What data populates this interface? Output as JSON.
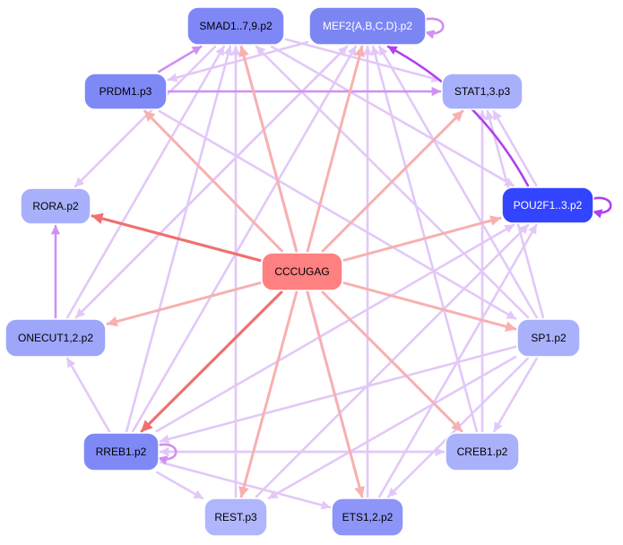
{
  "colors": {
    "center_node": "#ff8080",
    "center_edge_strong": "#f07070",
    "center_edge_light": "#f8b0b0",
    "node_edge": "#e2c8f8",
    "node_edge_strong": "#b040f0",
    "node_edge_medium": "#d090f0",
    "node_stroke": "#ffffff"
  },
  "nodes": [
    {
      "id": "center",
      "label": "CCCUGAG",
      "fill": "#ff8080",
      "text": "#000000"
    },
    {
      "id": "smad",
      "label": "SMAD1..7,9.p2",
      "fill": "#7f87f6",
      "text": "#000000"
    },
    {
      "id": "mef2",
      "label": "MEF2{A,B,C,D}.p2",
      "fill": "#7c86f3",
      "text": "#ffffff"
    },
    {
      "id": "prdm1",
      "label": "PRDM1.p3",
      "fill": "#7f89f6",
      "text": "#000000"
    },
    {
      "id": "stat",
      "label": "STAT1,3.p3",
      "fill": "#a9b0fb",
      "text": "#000000"
    },
    {
      "id": "rora",
      "label": "RORA.p2",
      "fill": "#a9b0fb",
      "text": "#000000"
    },
    {
      "id": "pou2f1",
      "label": "POU2F1..3.p2",
      "fill": "#3344ff",
      "text": "#ffffff"
    },
    {
      "id": "onecut",
      "label": "ONECUT1,2.p2",
      "fill": "#9ea6fa",
      "text": "#000000"
    },
    {
      "id": "sp1",
      "label": "SP1.p2",
      "fill": "#aab1fb",
      "text": "#000000"
    },
    {
      "id": "rreb1",
      "label": "RREB1.p2",
      "fill": "#7f89f6",
      "text": "#000000"
    },
    {
      "id": "creb1",
      "label": "CREB1.p2",
      "fill": "#aab1fb",
      "text": "#000000"
    },
    {
      "id": "rest",
      "label": "REST.p3",
      "fill": "#b0b6fb",
      "text": "#000000"
    },
    {
      "id": "ets",
      "label": "ETS1,2.p2",
      "fill": "#8d95f8",
      "text": "#000000"
    }
  ],
  "edges": [
    {
      "from": "center",
      "to": "rora",
      "style": "center_edge_strong"
    },
    {
      "from": "center",
      "to": "rreb1",
      "style": "center_edge_strong"
    },
    {
      "from": "center",
      "to": "smad",
      "style": "center_edge_light"
    },
    {
      "from": "center",
      "to": "mef2",
      "style": "center_edge_light"
    },
    {
      "from": "center",
      "to": "prdm1",
      "style": "center_edge_light"
    },
    {
      "from": "center",
      "to": "stat",
      "style": "center_edge_light"
    },
    {
      "from": "center",
      "to": "pou2f1",
      "style": "center_edge_light"
    },
    {
      "from": "center",
      "to": "onecut",
      "style": "center_edge_light"
    },
    {
      "from": "center",
      "to": "sp1",
      "style": "center_edge_light"
    },
    {
      "from": "center",
      "to": "creb1",
      "style": "center_edge_light"
    },
    {
      "from": "center",
      "to": "rest",
      "style": "center_edge_light"
    },
    {
      "from": "center",
      "to": "ets",
      "style": "center_edge_light"
    },
    {
      "from": "pou2f1",
      "to": "mef2",
      "style": "node_edge_strong"
    },
    {
      "from": "onecut",
      "to": "rora",
      "style": "node_edge_medium"
    },
    {
      "from": "prdm1",
      "to": "smad",
      "style": "node_edge_medium"
    },
    {
      "from": "prdm1",
      "to": "stat",
      "style": "node_edge_medium"
    },
    {
      "from": "pou2f1",
      "to": "stat",
      "style": "node_edge"
    },
    {
      "from": "smad",
      "to": "rora",
      "style": "node_edge"
    },
    {
      "from": "smad",
      "to": "pou2f1",
      "style": "node_edge"
    },
    {
      "from": "smad",
      "to": "stat",
      "style": "node_edge"
    },
    {
      "from": "mef2",
      "to": "prdm1",
      "style": "node_edge"
    },
    {
      "from": "mef2",
      "to": "onecut",
      "style": "node_edge"
    },
    {
      "from": "prdm1",
      "to": "sp1",
      "style": "node_edge"
    },
    {
      "from": "onecut",
      "to": "smad",
      "style": "node_edge"
    },
    {
      "from": "onecut",
      "to": "mef2",
      "style": "node_edge"
    },
    {
      "from": "rreb1",
      "to": "onecut",
      "style": "node_edge"
    },
    {
      "from": "rreb1",
      "to": "smad",
      "style": "node_edge"
    },
    {
      "from": "rreb1",
      "to": "mef2",
      "style": "node_edge"
    },
    {
      "from": "rreb1",
      "to": "creb1",
      "style": "node_edge"
    },
    {
      "from": "rreb1",
      "to": "ets",
      "style": "node_edge"
    },
    {
      "from": "rreb1",
      "to": "rest",
      "style": "node_edge"
    },
    {
      "from": "rreb1",
      "to": "pou2f1",
      "style": "node_edge"
    },
    {
      "from": "sp1",
      "to": "smad",
      "style": "node_edge"
    },
    {
      "from": "sp1",
      "to": "mef2",
      "style": "node_edge"
    },
    {
      "from": "sp1",
      "to": "stat",
      "style": "node_edge"
    },
    {
      "from": "sp1",
      "to": "creb1",
      "style": "node_edge"
    },
    {
      "from": "sp1",
      "to": "rreb1",
      "style": "node_edge"
    },
    {
      "from": "sp1",
      "to": "rest",
      "style": "node_edge"
    },
    {
      "from": "sp1",
      "to": "ets",
      "style": "node_edge"
    },
    {
      "from": "creb1",
      "to": "stat",
      "style": "node_edge"
    },
    {
      "from": "creb1",
      "to": "mef2",
      "style": "node_edge"
    },
    {
      "from": "creb1",
      "to": "rreb1",
      "style": "node_edge"
    },
    {
      "from": "ets",
      "to": "pou2f1",
      "style": "node_edge"
    },
    {
      "from": "ets",
      "to": "smad",
      "style": "node_edge"
    },
    {
      "from": "ets",
      "to": "mef2",
      "style": "node_edge"
    },
    {
      "from": "rest",
      "to": "pou2f1",
      "style": "node_edge"
    },
    {
      "from": "rest",
      "to": "smad",
      "style": "node_edge"
    }
  ],
  "self_loops": [
    {
      "node": "mef2",
      "side": "right",
      "style": "node_edge_medium"
    },
    {
      "node": "pou2f1",
      "side": "right",
      "style": "node_edge_strong"
    },
    {
      "node": "rreb1",
      "side": "right",
      "style": "node_edge_medium"
    }
  ]
}
